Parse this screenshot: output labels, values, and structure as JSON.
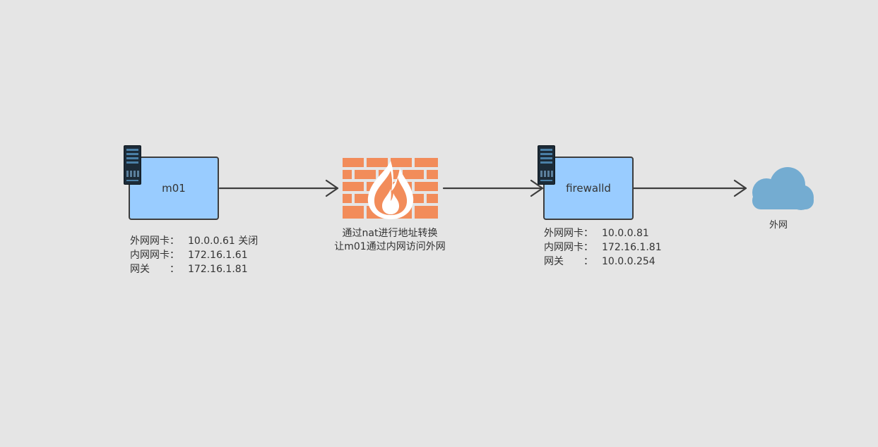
{
  "nodes": {
    "m01": {
      "label": "m01",
      "info": [
        {
          "key": "外网网卡：",
          "value": "10.0.0.61 关闭"
        },
        {
          "key": "内网网卡：",
          "value": "172.16.1.61"
        },
        {
          "key": "网关　　：",
          "value": "172.16.1.81"
        }
      ]
    },
    "firewalld": {
      "label": "firewalld",
      "info": [
        {
          "key": "外网网卡：",
          "value": "10.0.0.81"
        },
        {
          "key": "内网网卡：",
          "value": "172.16.1.81"
        },
        {
          "key": "网关　　：",
          "value": "10.0.0.254"
        }
      ]
    },
    "firewall": {
      "caption_line1": "通过nat进行地址转换",
      "caption_line2": "让m01通过内网访问外网"
    },
    "internet": {
      "label": "外网"
    }
  },
  "colors": {
    "node_fill": "#99ccff",
    "node_border": "#3d3d3d",
    "firewall": "#f28c5a",
    "cloud": "#74acd1",
    "arrow": "#3d3d3d",
    "background": "#e5e5e5"
  },
  "icons": [
    "server-icon",
    "firewall-icon",
    "cloud-icon",
    "arrow-icon"
  ]
}
